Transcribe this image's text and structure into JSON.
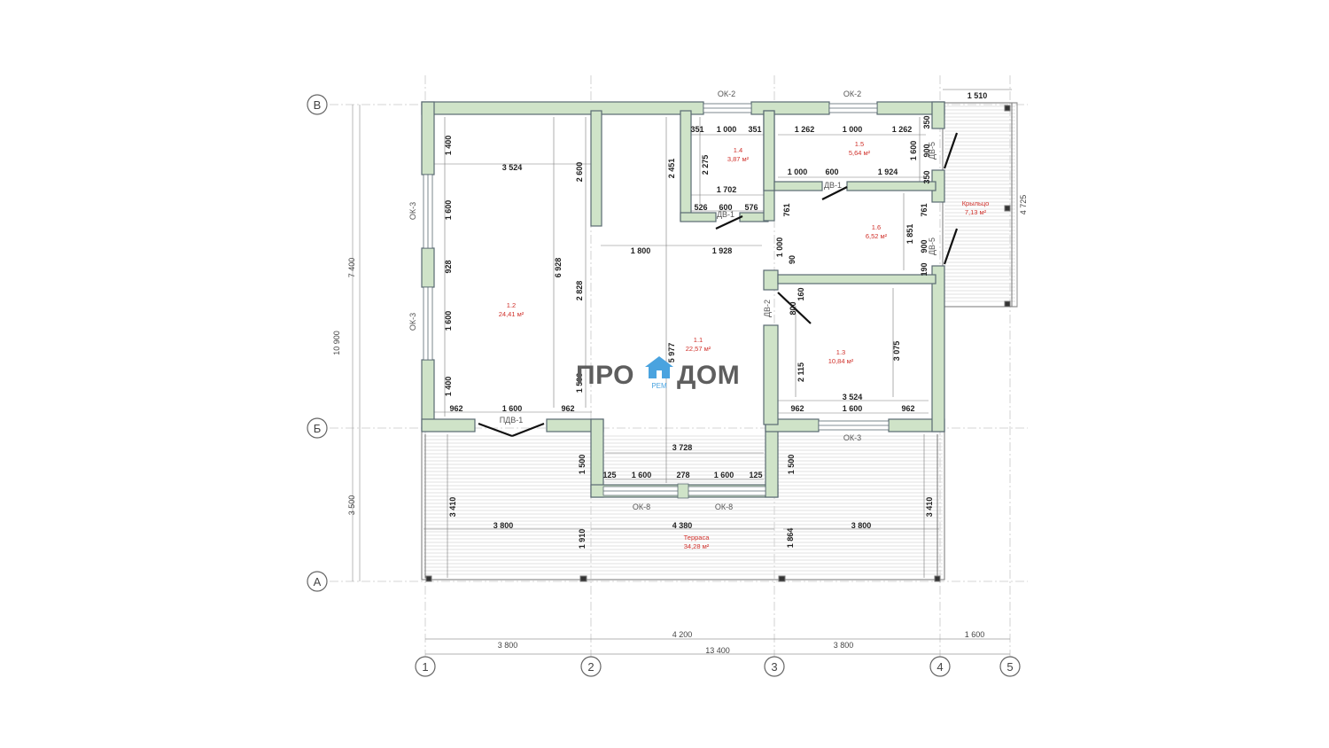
{
  "drawing": {
    "axes": {
      "rows": [
        "В",
        "Б",
        "А"
      ],
      "cols": [
        "1",
        "2",
        "3",
        "4",
        "5"
      ]
    },
    "overall_dims": {
      "left_total": "10 900",
      "left_upper": "7 400",
      "left_lower": "3 500",
      "right_porch": "4 725",
      "top_porch": "1 510",
      "bottom_total": "13 400",
      "bottom_1_2": "3 800",
      "bottom_2_3": "4 200",
      "bottom_3_4": "3 800",
      "bottom_4_5": "1 600"
    },
    "rooms": [
      {
        "num": "1.1",
        "area": "22,57 м²"
      },
      {
        "num": "1.2",
        "area": "24,41 м²"
      },
      {
        "num": "1.3",
        "area": "10,84 м²"
      },
      {
        "num": "1.4",
        "area": "3,87 м²"
      },
      {
        "num": "1.5",
        "area": "5,64 м²"
      },
      {
        "num": "1.6",
        "area": "6,52 м²"
      },
      {
        "num": "Крыльцо",
        "area": "7,13 м²"
      },
      {
        "num": "Терраса",
        "area": "34,28 м²"
      }
    ],
    "openings": {
      "ok2": "ОК-2",
      "ok3": "ОК-3",
      "ok8": "ОК-8",
      "dv1": "ДВ-1",
      "dv2": "ДВ-2",
      "dv5": "ДВ-5",
      "pdv1": "ПДВ-1"
    },
    "dims": {
      "d3524": "3 524",
      "d1400": "1 400",
      "d1600": "1 600",
      "d928": "928",
      "d962": "962",
      "d2600": "2 600",
      "d6928": "6 928",
      "d2828": "2 828",
      "d1500": "1 500",
      "d2451": "2 451",
      "d2275": "2 275",
      "d351": "351",
      "d1000": "1 000",
      "d1702": "1 702",
      "d526": "526",
      "d600": "600",
      "d576": "576",
      "d1262": "1 262",
      "d1924": "1 924",
      "d350": "350",
      "d900": "900",
      "d761": "761",
      "d1851": "1 851",
      "d190": "190",
      "d90": "90",
      "d160": "160",
      "d800": "800",
      "d1800": "1 800",
      "d1928": "1 928",
      "d5977": "5 977",
      "d2115": "2 115",
      "d3075": "3 075",
      "d3728": "3 728",
      "d125": "125",
      "d278": "278",
      "d3410": "3 410",
      "d3800": "3 800",
      "d4380": "4 380",
      "d1910": "1 910",
      "d1864": "1 864"
    },
    "logo": {
      "left": "ПРО",
      "right": "ДОМ",
      "sub": "РЕМ"
    },
    "colors": {
      "wall_fill": "#cfe3c8",
      "wall_stroke": "#5a6a72",
      "area_text": "#d0302a",
      "logo_blue": "#4aa3df"
    }
  }
}
